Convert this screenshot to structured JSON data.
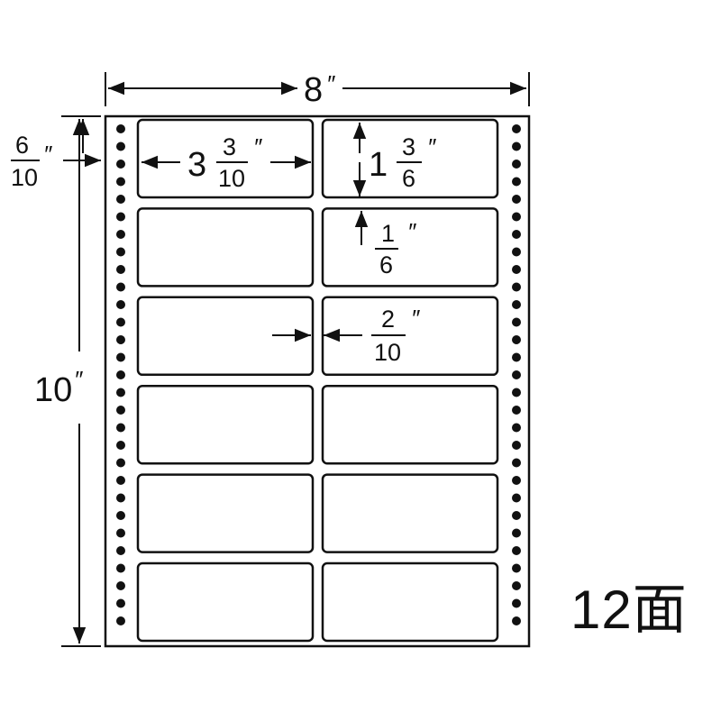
{
  "sheet": {
    "width_label": "8",
    "height_label": "10",
    "label_count_text": "12面",
    "columns": 2,
    "rows": 6
  },
  "dimensions": {
    "top_margin": {
      "numerator": "6",
      "denominator": "10"
    },
    "label_width": {
      "whole": "3",
      "numerator": "3",
      "denominator": "10"
    },
    "label_height": {
      "whole": "1",
      "numerator": "3",
      "denominator": "6"
    },
    "row_gap": {
      "numerator": "1",
      "denominator": "6"
    },
    "column_gap": {
      "numerator": "2",
      "denominator": "10"
    },
    "inch_mark": "″"
  },
  "colors": {
    "ink": "#111111",
    "paper": "#ffffff"
  }
}
